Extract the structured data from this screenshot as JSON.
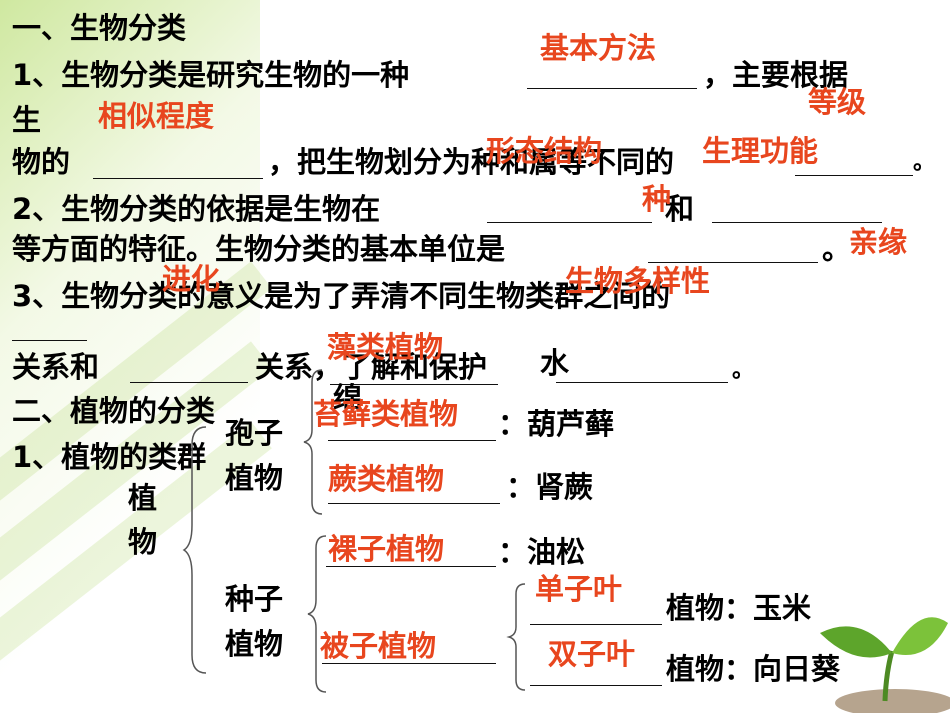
{
  "section1": {
    "heading": "一、生物分类",
    "line1": "1、生物分类是研究生物的一种",
    "line1_end": "，主要根据",
    "line2": "生",
    "line3_a": "物的",
    "line3_b": "，把生物划分为种和属等不同的",
    "line3_end": "。",
    "line4_a": "2、生物分类的依据是生物在",
    "line4_b": "和",
    "line5_a": "等方面的特征。生物分类的基本单位是",
    "line5_end": "。",
    "line6": "3、生物分类的意义是为了弄清不同生物类群之间的",
    "line7_a": "关系和",
    "line7_b": "关系，了解和保护",
    "line7_end": "。"
  },
  "answers": {
    "a1": "基本方法",
    "a2": "等级",
    "a3": "相似程度",
    "a4": "形态结构",
    "a5": "生理功能",
    "a6": "种",
    "a7": "亲缘",
    "a8": "进化",
    "a9": "生物多样性",
    "a10": "藻类植物",
    "a11": "苔藓类植物",
    "a12": "蕨类植物",
    "a13": "裸子植物",
    "a14": "被子植物",
    "a15": "单子叶",
    "a16": "双子叶"
  },
  "section2": {
    "heading": "二、植物的分类",
    "sub": "1、植物的类群",
    "plant_1": "植",
    "plant_2": "物",
    "spore_1": "孢子",
    "spore_2": "植物",
    "seed_1": "种子",
    "seed_2": "植物",
    "ex_algae_1": "水",
    "ex_algae_2": "绵",
    "ex_moss": "：葫芦藓",
    "ex_fern": "：肾蕨",
    "ex_gymno": "：油松",
    "mono": "植物：玉米",
    "dicot": "植物：向日葵"
  }
}
